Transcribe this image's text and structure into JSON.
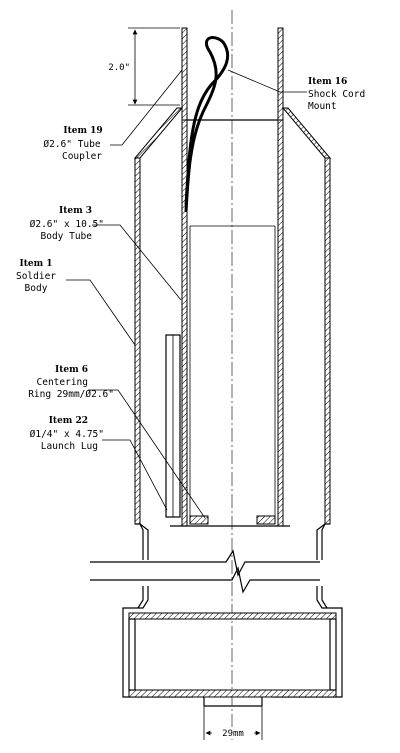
{
  "labels": {
    "item16": {
      "title": "Item 16",
      "line1": "Shock Cord",
      "line2": "Mount"
    },
    "item19": {
      "title": "Item 19",
      "line1": "Ø2.6\" Tube",
      "line2": "Coupler"
    },
    "item3": {
      "title": "Item 3",
      "line1": "Ø2.6\" x 10.5\"",
      "line2": "Body Tube"
    },
    "item1": {
      "title": "Item 1",
      "line1": "Soldier",
      "line2": "Body"
    },
    "item6": {
      "title": "Item 6",
      "line1": "Centering",
      "line2": "Ring 29mm/Ø2.6\""
    },
    "item22": {
      "title": "Item 22",
      "line1": "Ø1/4\" x 4.75\"",
      "line2": "Launch Lug"
    }
  },
  "dimensions": {
    "coupler_extension": "2.0\"",
    "motor_diameter": "29mm"
  }
}
